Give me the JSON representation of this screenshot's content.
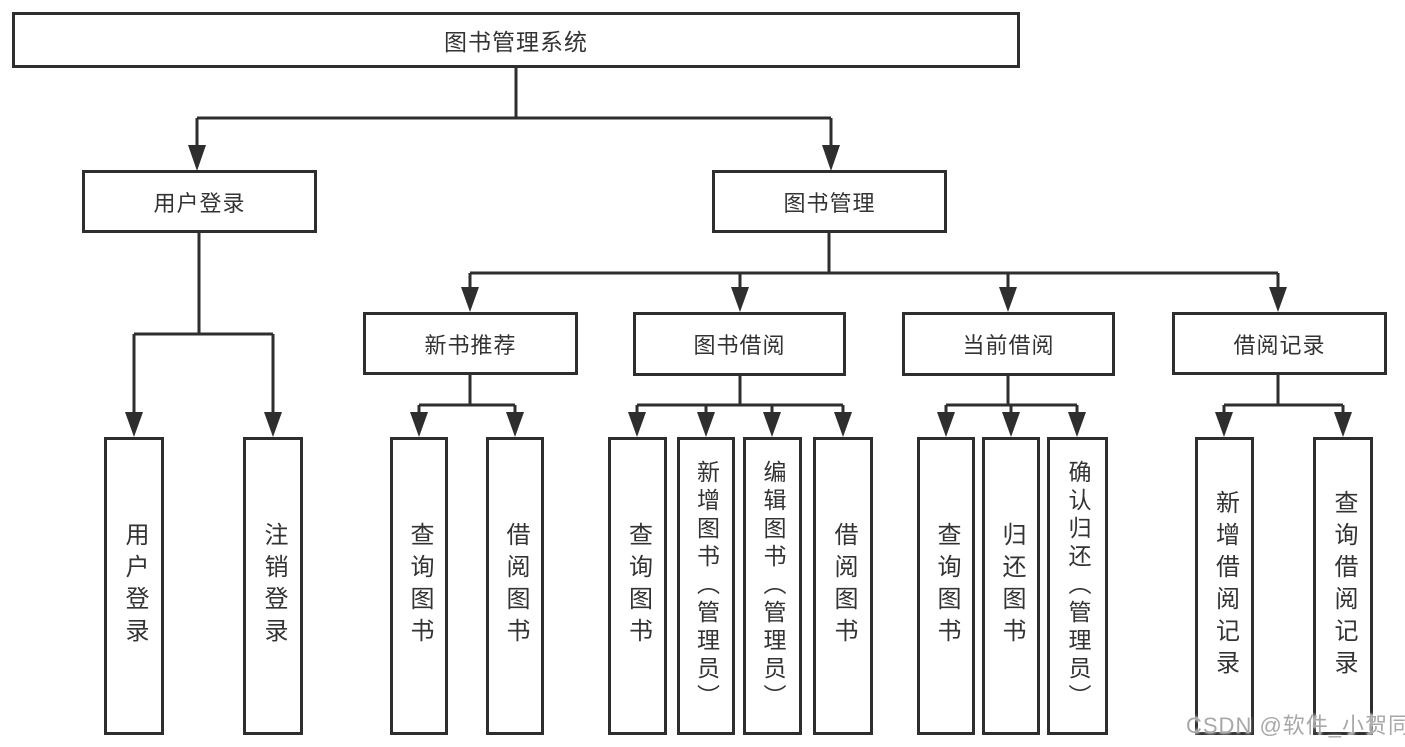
{
  "tree": {
    "label": "图书管理系统",
    "children": [
      {
        "label": "用户登录",
        "children": [
          {
            "label": "用户登录"
          },
          {
            "label": "注销登录"
          }
        ]
      },
      {
        "label": "图书管理",
        "children": [
          {
            "label": "新书推荐",
            "children": [
              {
                "label": "查询图书"
              },
              {
                "label": "借阅图书"
              }
            ]
          },
          {
            "label": "图书借阅",
            "children": [
              {
                "label": "查询图书"
              },
              {
                "label": "新增图书（管理员）"
              },
              {
                "label": "编辑图书（管理员）"
              },
              {
                "label": "借阅图书"
              }
            ]
          },
          {
            "label": "当前借阅",
            "children": [
              {
                "label": "查询图书"
              },
              {
                "label": "归还图书"
              },
              {
                "label": "确认归还（管理员）"
              }
            ]
          },
          {
            "label": "借阅记录",
            "children": [
              {
                "label": "新增借阅记录"
              },
              {
                "label": "查询借阅记录"
              }
            ]
          }
        ]
      }
    ]
  },
  "watermark": "CSDN @软件_小贺同学",
  "colors": {
    "line": "#2e2e2e",
    "text": "#333333",
    "background": "#ffffff",
    "watermark": "#a8a8a8"
  }
}
